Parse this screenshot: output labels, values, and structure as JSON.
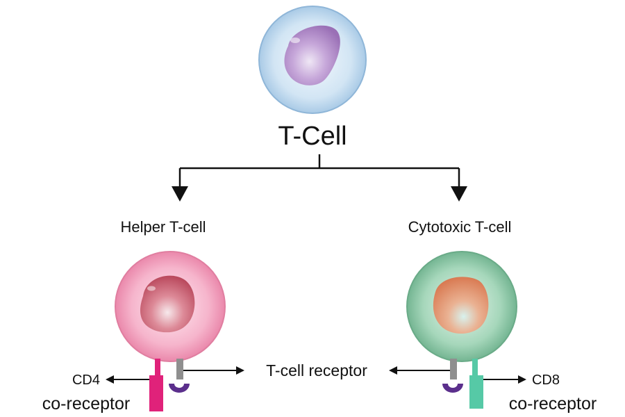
{
  "nodes": {
    "root": {
      "label": "T-Cell"
    },
    "helper": {
      "label": "Helper T-cell"
    },
    "cytotoxic": {
      "label": "Cytotoxic T-cell"
    }
  },
  "receptors": {
    "tcr": {
      "label": "T-cell receptor"
    },
    "cd4": {
      "name": "CD4",
      "sublabel": "co-receptor"
    },
    "cd8": {
      "name": "CD8",
      "sublabel": "co-receptor"
    }
  },
  "colors": {
    "root_membrane": "#aacbe6",
    "root_nucleus": "#a57fbd",
    "helper_membrane": "#ee95b5",
    "helper_nucleus": "#c85a6e",
    "cytotoxic_membrane": "#7fbf9c",
    "cytotoxic_nucleus": "#d9855f",
    "cd4_receptor": "#e0227a",
    "cd8_receptor": "#56c9a6",
    "tcr_stalk": "#8f8f8f",
    "tcr_cup": "#5b2f8c",
    "arrows": "#111111"
  },
  "icons": {
    "root_cell": "cell-icon",
    "helper_cell": "cell-icon",
    "cytotoxic_cell": "cell-icon",
    "tcr": "receptor-icon"
  }
}
